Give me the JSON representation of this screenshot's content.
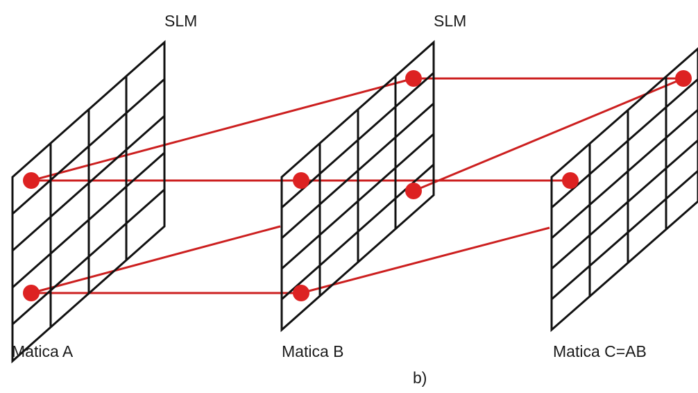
{
  "labels": {
    "slm_a": "SLM",
    "slm_b": "SLM",
    "matrix_a": "Matica A",
    "matrix_b": "Matica B",
    "matrix_c": "Matica C=AB",
    "subfigure": "b)"
  },
  "colors": {
    "grid": "#111111",
    "beam": "#cc1f1f",
    "dot": "#dd2222",
    "text": "#1a1a1a"
  }
}
